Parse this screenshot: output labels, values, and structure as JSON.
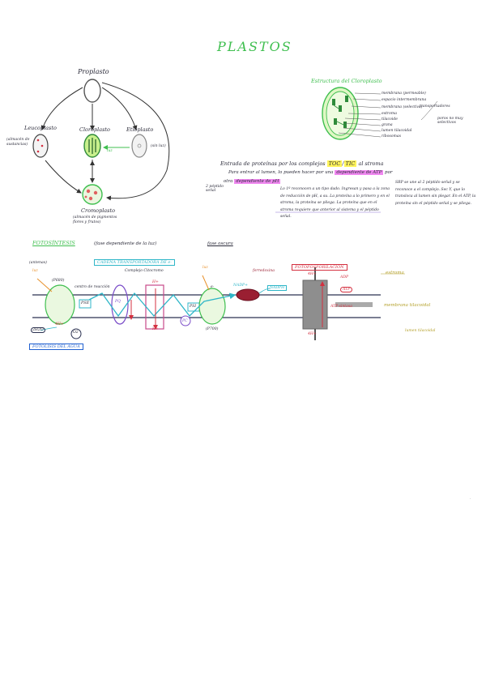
{
  "title": "PLASTOS",
  "plastids": {
    "proplastid": "Proplasto",
    "leucoplast": "Leucoplasto",
    "leucoplast_note": "(almacén de\nsustancias)",
    "chloroplast": "Cloroplasto",
    "etioplast": "Etioplasto",
    "etioplast_note": "(sin luz)",
    "light_label": "luz",
    "chromoplast": "Cromoplasto",
    "chromoplast_note": "(almacén de pigmentos\nflores y frutos)"
  },
  "structure": {
    "heading": "Estructura del Cloroplasto",
    "labels": [
      "membrana (permeable)",
      "espacio intermembrana",
      "membrana (selectiva)",
      "estroma",
      "tilacoide",
      "grana",
      "lumen tilacoidal",
      "ribosomas"
    ],
    "transporters": "transportadores",
    "pores": "poros no muy selectivos"
  },
  "entry": {
    "line1_pre": "Entrada de proteínas por los complejos",
    "toc": "TOC",
    "tic": "TIC",
    "line1_post": "al stroma",
    "line2_pre": "Para entrar al lumen, lo pueden hacer por una",
    "atp_dep": "dependiente de ATP",
    "line2_post": "por",
    "other": "otra",
    "ph_dep": "dependiente de pH",
    "peptide": "2 péptido señal",
    "left_col": "Lo 1º reconocen a un tipo dado. Ingresan y pasa a la zona de reducción de pH, a su. La proteína a lo primero y en el stroma, la proteína se pliega. La proteína que en el stroma requiere que anterior al sistema y el péptido señal.",
    "right_col": "SRP se une al 2 péptido señal y se reconoce a el complejo. Sec Y, que lo transloca al lumen sin plegar. En el ATP, la proteína sin el péptido señal y se pliega."
  },
  "photosynthesis": {
    "heading": "FOTOSÍNTESIS",
    "subtitle": "(fase dependiente de la luz)",
    "phase": "fase oscura",
    "antenna": "(antenas)",
    "chain": "CADENA TRANSPORTADORA DE e-",
    "cytochrome": "Complejo Citocromo",
    "photophos": "FOTOFOSFORILACIÓN",
    "stroma": "estroma",
    "membrane": "membrana tilacoidal",
    "lumen": "lumen tilacoidal",
    "water_photolysis": "FOTÓLISIS DEL AGUA",
    "light": "luz",
    "p680": "(P680)",
    "p700": "(P700)",
    "reaction_center": "centro de reacción",
    "ps2": "PSII",
    "ps1": "PSI",
    "pq": "PQ",
    "pc": "PC",
    "fd": "ferredoxina",
    "nadph": "NADPH",
    "nadp": "NADP+",
    "atp": "ATP",
    "adp": "ADP",
    "atp_synthase": "ATP-sintasa",
    "h2o": "2H2O",
    "o2": "O2",
    "h_plus": "H+",
    "four_h": "4H+",
    "e": "e-"
  },
  "colors": {
    "green": "#3fbf4f",
    "pink": "#e04a8a",
    "purple": "#7a4cc8",
    "teal": "#2fb6c8",
    "red": "#d43040",
    "orange": "#e8902a",
    "olive": "#b4a02a"
  }
}
